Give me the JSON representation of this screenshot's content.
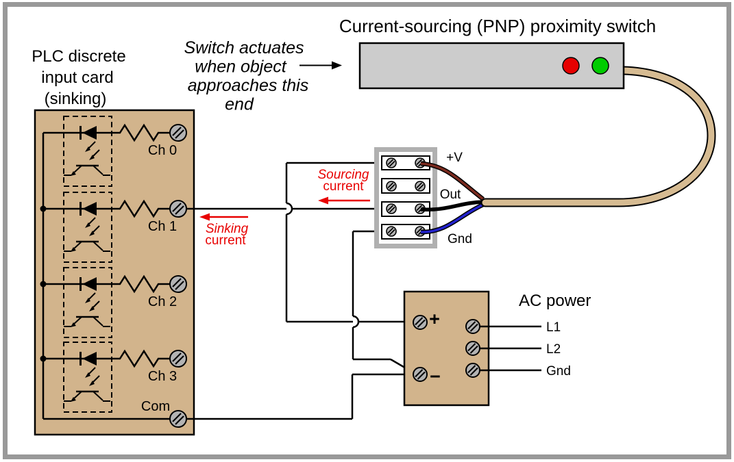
{
  "title": "Current-sourcing (PNP) proximity switch",
  "plc_card": {
    "label_lines": [
      "PLC discrete",
      "input card",
      "(sinking)"
    ],
    "channels": [
      {
        "label": "Ch 0"
      },
      {
        "label": "Ch 1"
      },
      {
        "label": "Ch 2"
      },
      {
        "label": "Ch 3"
      }
    ],
    "com_label": "Com"
  },
  "annotation": {
    "lines": [
      "Switch actuates",
      "when object",
      "approaches this",
      "end"
    ]
  },
  "proximity_switch": {
    "body_color": "#cccccc",
    "led_red": "#e60000",
    "led_green": "#00cc00"
  },
  "terminal_block": {
    "labels": {
      "v_plus": "+V",
      "out": "Out",
      "gnd": "Gnd"
    }
  },
  "current_labels": {
    "sourcing": {
      "line1": "Sourcing",
      "line2": "current"
    },
    "sinking": {
      "line1": "Sinking",
      "line2": "current"
    },
    "color": "#e80000"
  },
  "ac_power": {
    "title": "AC power",
    "plus_symbol": "+",
    "minus_symbol": "−",
    "terminals": [
      "L1",
      "L2",
      "Gnd"
    ]
  },
  "colors": {
    "panel_tan": "#d2b48c",
    "cable_tan": "#d6bb92",
    "wire_brown": "#7a2a1e",
    "wire_blue": "#2222cc",
    "frame_gray": "#999999",
    "screw_gray": "#b3b3b3",
    "block_frame_gray": "#b0b0b0"
  }
}
